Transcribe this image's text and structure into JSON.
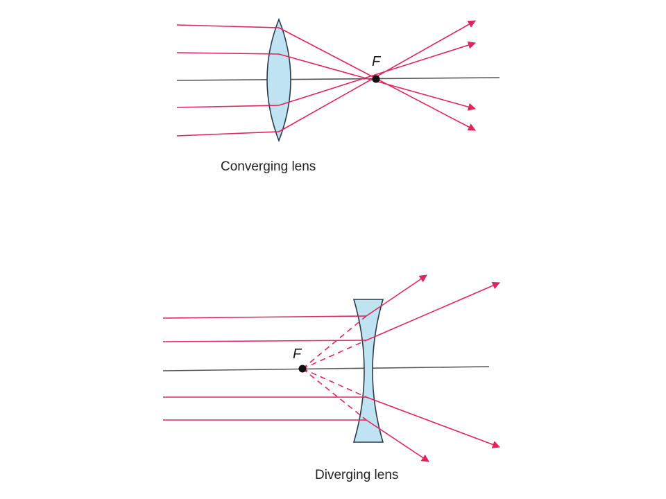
{
  "colors": {
    "ray": "#e0245e",
    "axis": "#555555",
    "lens_fill": "#bfe3f0",
    "lens_stroke": "#2a3a4a",
    "focal_point": "#111111"
  },
  "converging": {
    "caption": "Converging lens",
    "focal_label": "F"
  },
  "diverging": {
    "caption": "Diverging lens",
    "focal_label": "F"
  }
}
